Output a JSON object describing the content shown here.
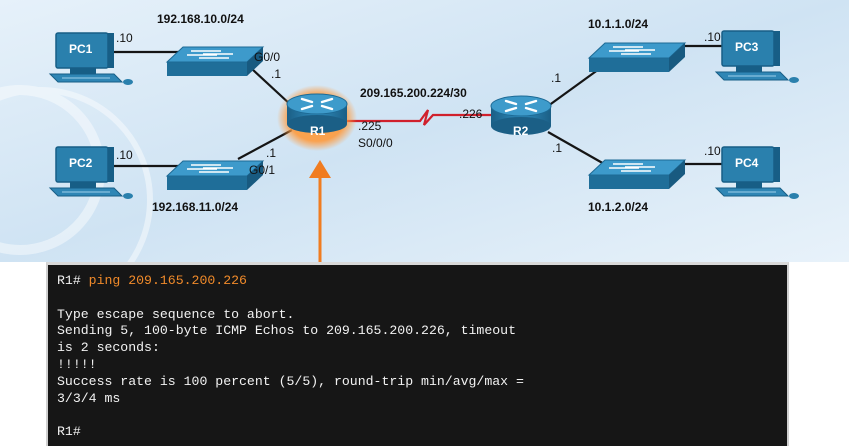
{
  "devices": {
    "pc1": {
      "label": "PC1",
      "ip": ".10"
    },
    "pc2": {
      "label": "PC2",
      "ip": ".10"
    },
    "pc3": {
      "label": "PC3",
      "ip": ".10"
    },
    "pc4": {
      "label": "PC4",
      "ip": ".10"
    },
    "r1": {
      "label": "R1"
    },
    "r2": {
      "label": "R2"
    }
  },
  "networks": {
    "net_10": "192.168.10.0/24",
    "net_11": "192.168.11.0/24",
    "net_wan": "209.165.200.224/30",
    "net_1": "10.1.1.0/24",
    "net_2": "10.1.2.0/24"
  },
  "interfaces": {
    "r1_g00": "G0/0",
    "r1_g00_ip": ".1",
    "r1_g01": "G0/1",
    "r1_g01_ip": ".1",
    "r1_s000_ip": ".225",
    "r1_s000": "S0/0/0",
    "r2_wan_ip": ".226",
    "r2_top_ip": ".1",
    "r2_bottom_ip": ".1"
  },
  "terminal": {
    "prompt1": "R1#",
    "command": " ping 209.165.200.226",
    "output": [
      "",
      "Type escape sequence to abort.",
      "Sending 5, 100-byte ICMP Echos to 209.165.200.226, timeout",
      "is 2 seconds:",
      "!!!!!",
      "Success rate is 100 percent (5/5), round-trip min/avg/max =",
      "3/3/4 ms",
      ""
    ],
    "prompt2": "R1#"
  },
  "colors": {
    "highlight": "#f07c20",
    "serial_link": "#d0202c",
    "device_blue": "#2a80ad",
    "terminal_bg": "#161616"
  }
}
